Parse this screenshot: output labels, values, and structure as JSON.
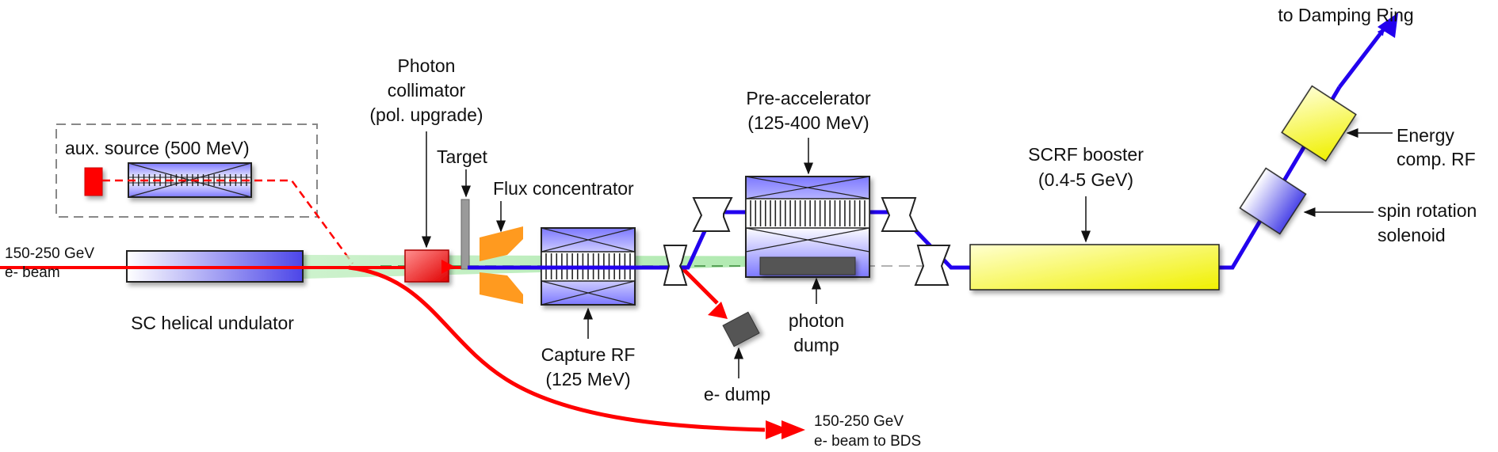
{
  "labels": {
    "damping_ring": "to Damping Ring",
    "energy_comp_1": "Energy",
    "energy_comp_2": "comp. RF",
    "spin_rot_1": "spin rotation",
    "spin_rot_2": "solenoid",
    "scrf_1": "SCRF booster",
    "scrf_2": "(0.4-5 GeV)",
    "preacc_1": "Pre-accelerator",
    "preacc_2": "(125-400 MeV)",
    "photon_coll_1": "Photon",
    "photon_coll_2": "collimator",
    "photon_coll_3": "(pol. upgrade)",
    "target": "Target",
    "flux": "Flux concentrator",
    "aux_source": "aux. source (500 MeV)",
    "ebeam_in_1": "150-250 GeV",
    "ebeam_in_2": "e- beam",
    "undulator": "SC helical undulator",
    "capture_1": "Capture RF",
    "capture_2": "(125 MeV)",
    "photon_dump_1": "photon",
    "photon_dump_2": "dump",
    "e_dump": "e- dump",
    "ebeam_out_1": "150-250 GeV",
    "ebeam_out_2": "e- beam to BDS"
  },
  "colors": {
    "electron_beam": "#ff0000",
    "positron_beam": "#2200ee",
    "photon_beam": "#9be89b",
    "rf_structure": "#8c88ff",
    "scrf": "#f2f27a",
    "dump": "#555555",
    "flux_concentrator": "#ff9a1f"
  }
}
